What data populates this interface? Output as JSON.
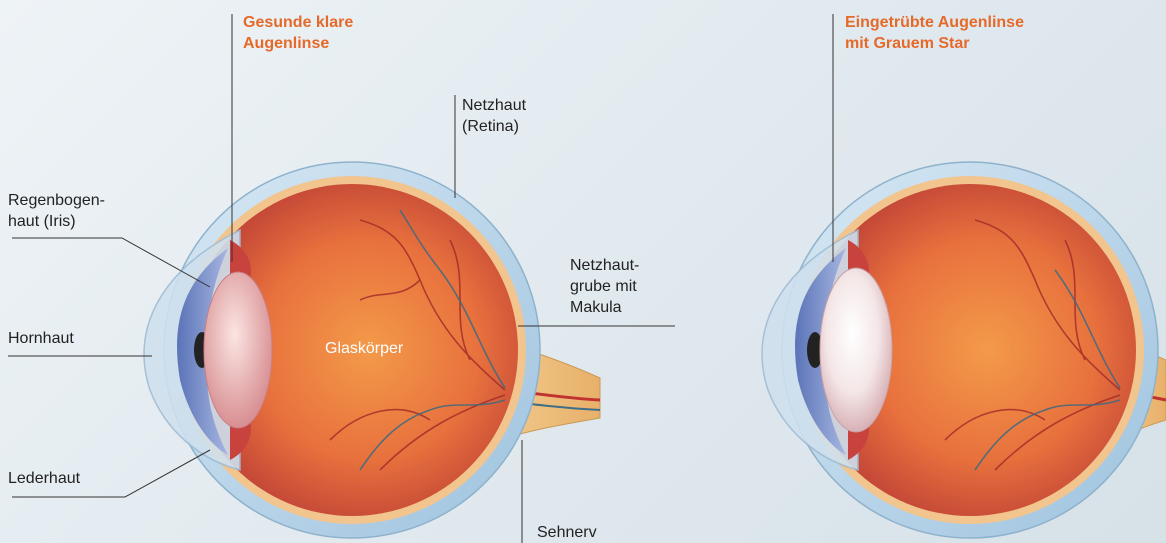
{
  "healthy_eye": {
    "lens_label": "Gesunde klare\nAugenlinse",
    "retina_label": "Netzhaut\n(Retina)",
    "iris_label": "Regenbogen-\nhaut (Iris)",
    "fovea_label": "Netzhaut-\ngrube mit\nMakula",
    "cornea_label": "Hornhaut",
    "vitreous_label": "Glaskörper",
    "sclera_label": "Lederhaut",
    "optic_nerve_label": "Sehnerv"
  },
  "cataract_eye": {
    "lens_label": "Eingetrübte Augenlinse\nmit Grauem Star"
  },
  "colors": {
    "accent": "#e56a2a",
    "background": "#e3eaef",
    "eyeball": "#e0604a",
    "sclera": "#bcd6e8",
    "lens_clear": "#f2d2cf",
    "lens_cloudy": "#f7eeee"
  }
}
